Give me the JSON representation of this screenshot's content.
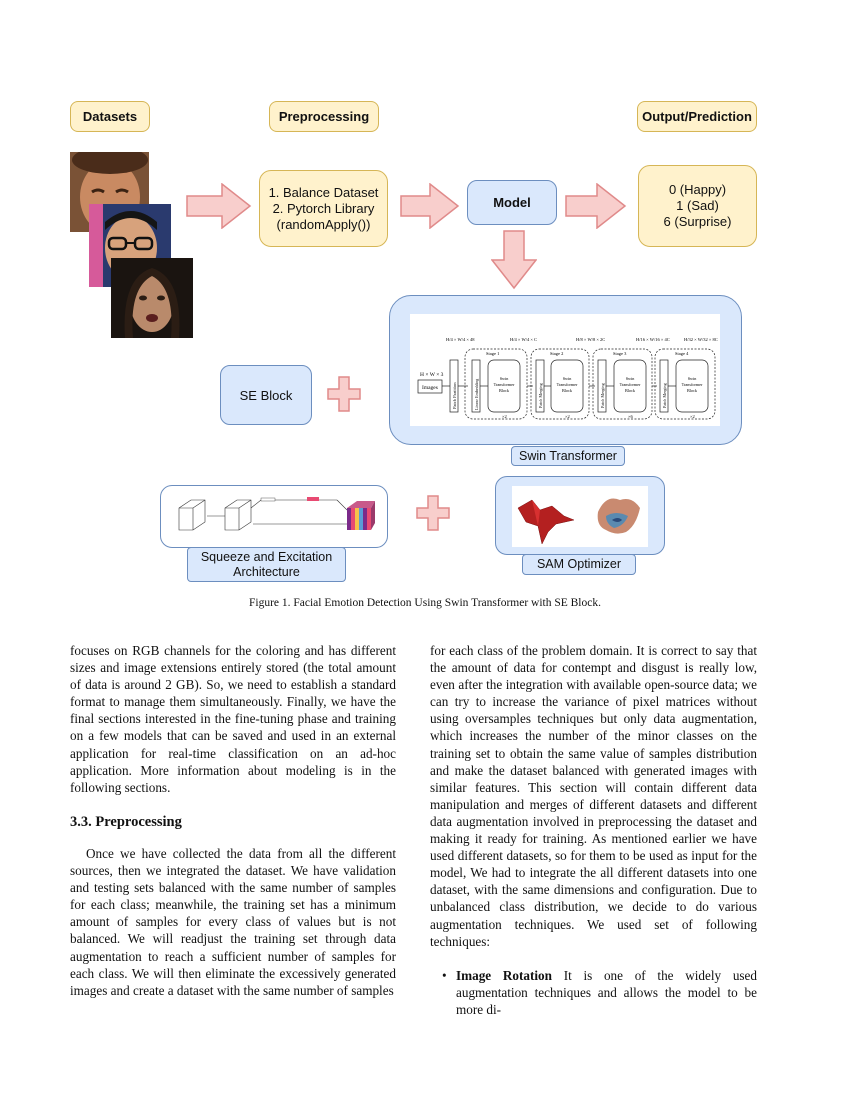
{
  "figure": {
    "headers": {
      "datasets": "Datasets",
      "preprocessing": "Preprocessing",
      "output": "Output/Prediction"
    },
    "preprocessing_box": [
      "1. Balance Dataset",
      "2. Pytorch Library",
      "(randomApply())"
    ],
    "model_box": "Model",
    "output_box": [
      "0 (Happy)",
      "1 (Sad)",
      "6 (Surprise)"
    ],
    "se_block": "SE Block",
    "swin_label": "Swin Transformer",
    "se_arch_label": [
      "Squeeze and Excitation",
      "Architecture"
    ],
    "sam_label": "SAM Optimizer",
    "swin_diagram": {
      "input": "Images",
      "input_dims": "H × W × 3",
      "patch_partition": "Patch Partition",
      "linear_embedding": "Linear Embedding",
      "patch_merging": "Patch Merging",
      "block": [
        "Swin",
        "Transformer",
        "Block"
      ],
      "stages": [
        "Stage 1",
        "Stage 2",
        "Stage 3",
        "Stage 4"
      ],
      "stage_dims": [
        "H/4 × W/4 × 48",
        "H/4 × W/4 × C",
        "H/8 × W/8 × 2C",
        "H/16 × W/16 × 4C",
        "H/32 × W/32 × 8C"
      ],
      "repeats": [
        "×2",
        "×2",
        "×6",
        "×2"
      ]
    },
    "caption": "Figure 1. Facial Emotion Detection Using Swin Transformer with SE Block."
  },
  "left_column": {
    "para1": "focuses on RGB channels for the coloring and has different sizes and image extensions entirely stored (the total amount of data is around 2 GB). So, we need to establish a standard format to manage them simultaneously. Finally, we have the final sections interested in the fine-tuning phase and training on a few models that can be saved and used in an external application for real-time classification on an ad-hoc application. More information about modeling is in the following sections.",
    "section_title": "3.3. Preprocessing",
    "para2": "Once we have collected the data from all the different sources, then we integrated the dataset. We have validation and testing sets balanced with the same number of samples for each class; meanwhile, the training set has a minimum amount of samples for every class of values but is not balanced. We will readjust the training set through data augmentation to reach a sufficient number of samples for each class. We will then eliminate the excessively generated images and create a dataset with the same number of samples"
  },
  "right_column": {
    "para1": "for each class of the problem domain. It is correct to say that the amount of data for contempt and disgust is really low, even after the integration with available open-source data; we can try to increase the variance of pixel matrices without using oversamples techniques but only data augmentation, which increases the number of the minor classes on the training set to obtain the same value of samples distribution and make the dataset balanced with generated images with similar features. This section will contain different data manipulation and merges of different datasets and different data augmentation involved in preprocessing the dataset and making it ready for training. As mentioned earlier we have used different datasets, so for them to be used as input for the model, We had to integrate the all different datasets into one dataset, with the same dimensions and configuration. Due to unbalanced class distribution, we decide to do various augmentation techniques. We used set of following techniques:",
    "bullet_title": "Image Rotation",
    "bullet_text": "It is one of the widely used augmentation techniques and allows the model to be more di-"
  }
}
